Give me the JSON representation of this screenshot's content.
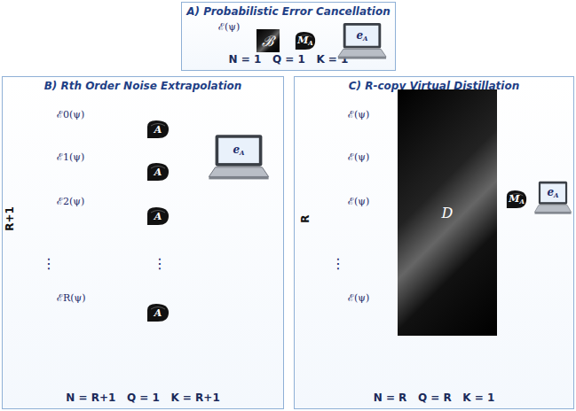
{
  "diagram": {
    "nodes": [
      {
        "text": [
          "A) Probabilistic Error Cancellation",
          "N = 1   Q = 1   K = 1"
        ]
      },
      {
        "text": [
          "ℬ"
        ],
        "in": 0
      },
      {
        "text": [
          "M",
          "A"
        ],
        "in": 0
      },
      {
        "text": [
          "e",
          "A"
        ],
        "in": 0
      },
      {
        "text": [
          "B) Rth Order Noise Extrapolation",
          "N = R+1   Q = 1   K = R+1"
        ]
      },
      {
        "text": [
          "A"
        ],
        "in": 4
      },
      {
        "text": [
          "A"
        ],
        "in": 4
      },
      {
        "text": [
          "A"
        ],
        "in": 4
      },
      {
        "text": [
          "A"
        ],
        "in": 4
      },
      {
        "text": [
          "e",
          "A"
        ],
        "in": 4
      },
      {
        "text": [
          "C) R-copy Virtual Distillation",
          "N = R   Q = R   K = 1"
        ]
      },
      {
        "text": [
          "D"
        ],
        "in": 10
      },
      {
        "text": [
          "M",
          "A"
        ],
        "in": 10
      },
      {
        "text": [
          "e",
          "A"
        ],
        "in": 10
      }
    ],
    "edges": [
      {
        "from": 1,
        "to": 2,
        "arrow": "none"
      },
      {
        "from": 2,
        "to": 3,
        "arrow": "none"
      },
      {
        "from": 5,
        "to": 9,
        "arrow": "none"
      },
      {
        "from": 6,
        "to": 9,
        "arrow": "none"
      },
      {
        "from": 7,
        "to": 9,
        "arrow": "none"
      },
      {
        "from": 8,
        "to": 9,
        "arrow": "none"
      },
      {
        "from": 11,
        "to": 12,
        "arrow": "none"
      },
      {
        "from": 12,
        "to": 13,
        "arrow": "none"
      }
    ],
    "labels": [
      "ℰ(ψ)",
      "ℰ0(ψ)",
      "ℰ1(ψ)",
      "ℰ2(ψ)",
      "ℰR(ψ)",
      "⋮",
      "⋮",
      "R+1",
      "ℰ(ψ)",
      "ℰ(ψ)",
      "ℰ(ψ)",
      "ℰ(ψ)",
      "⋮",
      "R"
    ]
  }
}
